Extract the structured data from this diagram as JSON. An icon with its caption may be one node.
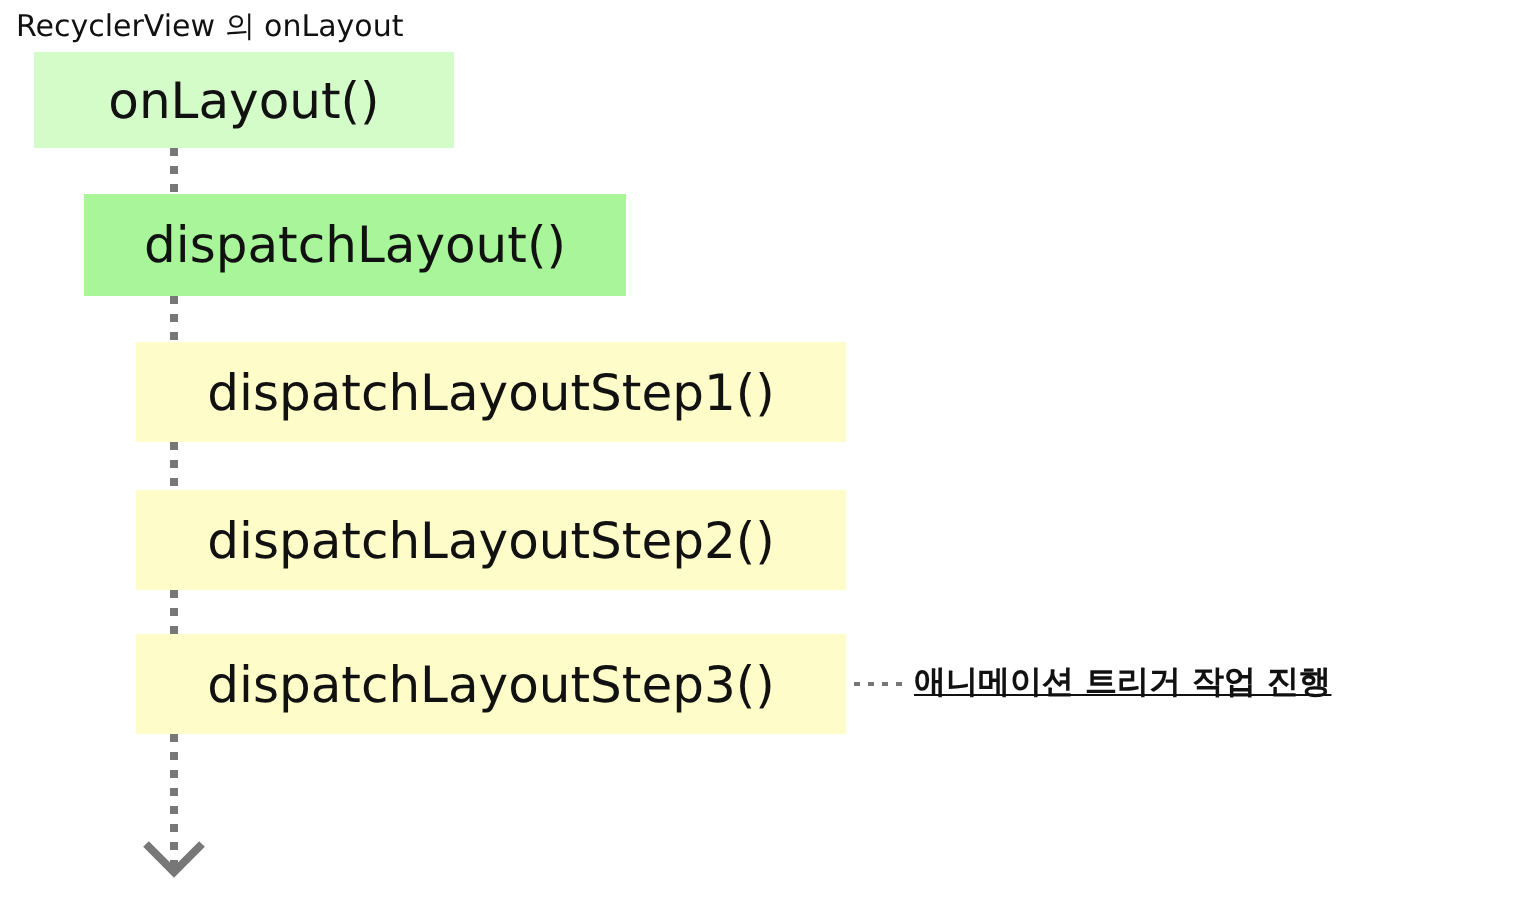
{
  "diagram": {
    "title": "RecyclerView 의 onLayout",
    "nodes": [
      {
        "text": [
          "onLayout()"
        ]
      },
      {
        "text": [
          "dispatchLayout()"
        ]
      },
      {
        "text": [
          "dispatchLayoutStep1()"
        ]
      },
      {
        "text": [
          "dispatchLayoutStep2()"
        ]
      },
      {
        "text": [
          "dispatchLayoutStep3()"
        ]
      },
      {
        "text": [
          "애니메이션 트리거 작업 진행"
        ]
      }
    ],
    "edges": [
      {
        "from": 0,
        "to": 1,
        "arrow": "none",
        "style": "dashed"
      },
      {
        "from": 1,
        "to": 2,
        "arrow": "none",
        "style": "dashed"
      },
      {
        "from": 2,
        "to": 3,
        "arrow": "none",
        "style": "dashed"
      },
      {
        "from": 3,
        "to": 4,
        "arrow": "none",
        "style": "dashed"
      },
      {
        "from": 4,
        "to": null,
        "arrow": "to",
        "style": "dashed"
      },
      {
        "from": 4,
        "to": 5,
        "arrow": "none",
        "style": "dashed"
      }
    ]
  }
}
